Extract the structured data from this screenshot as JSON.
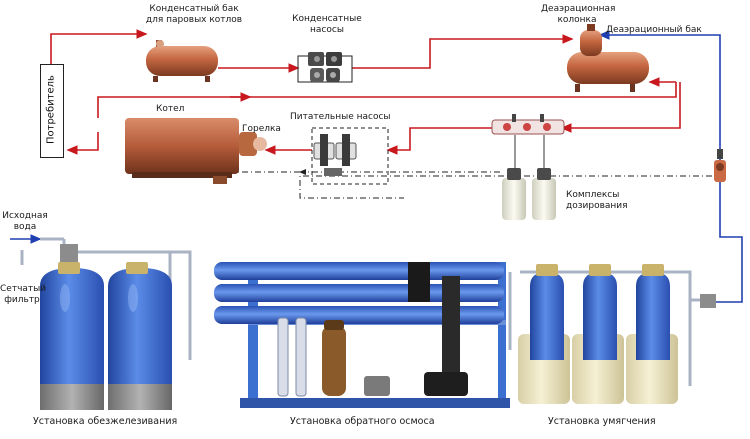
{
  "labels": {
    "condensate_tank": "Конденсатный бак\nдля паровых котлов",
    "condensate_pumps": "Конденсатные\nнасосы",
    "deaeration_column": "Деаэрационная\nколонка",
    "deaeration_tank": "Деаэрационный бак",
    "consumer": "Потребитель",
    "boiler": "Котел",
    "burner": "Горелка",
    "feed_pumps": "Питательные насосы",
    "dosing_complexes": "Комплексы\nдозирования",
    "source_water": "Исходная\nвода",
    "mesh_filter": "Сетчатый\nфильтр",
    "iron_removal": "Установка обезжелезивания",
    "reverse_osmosis": "Установка обратного осмоса",
    "softening": "Установка умягчения"
  },
  "colors": {
    "steam_line": "#c8181e",
    "water_line": "#1f3fb0",
    "signal_line": "#222222",
    "tank_body": "#c96a45",
    "vessel_blue": "#3f6fd6",
    "vessel_base": "#8f8f8f",
    "brine_tank": "#efe6bf"
  }
}
